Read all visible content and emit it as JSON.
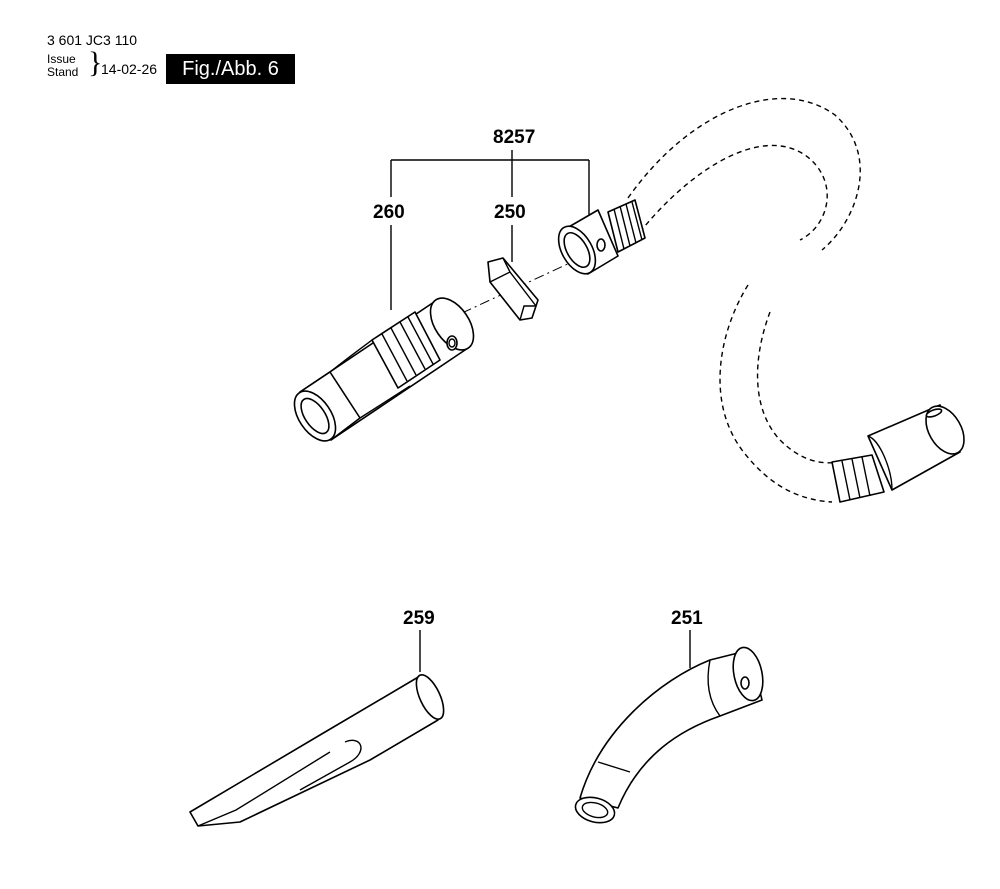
{
  "header": {
    "part_number": "3 601 JC3 110",
    "issue_label": "Issue",
    "stand_label": "Stand",
    "date": "14-02-26",
    "figure": "Fig./Abb. 6"
  },
  "callouts": {
    "kit": "8257",
    "nozzle_adapter": "260",
    "clip": "250",
    "crevice_nozzle": "259",
    "bent_tube": "251"
  }
}
